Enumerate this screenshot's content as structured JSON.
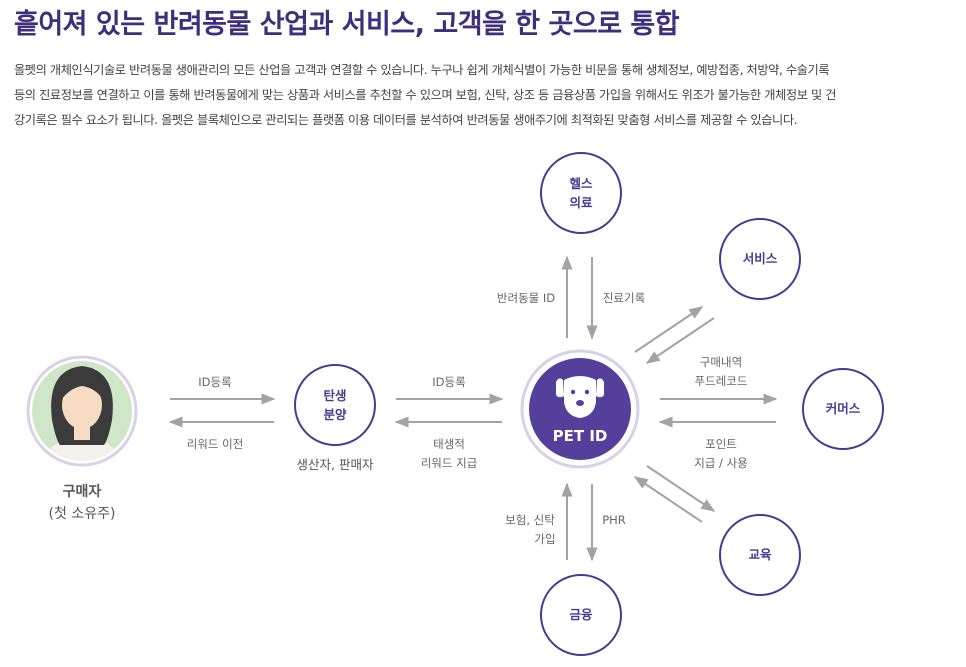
{
  "header": {
    "title": "흩어져 있는 반려동물 산업과 서비스, 고객을 한 곳으로 통합",
    "description_lines": [
      "올펫의 개체인식기술로 반려동물 생애관리의 모든 산업을 고객과 연결할 수 있습니다. 누구나 쉽게 개체식별이 가능한 비문을 통해 생체정보, 예방접종, 처방약, 수술기록",
      "등의 진료정보를 연결하고 이를 통해 반려동물에게 맞는 상품과 서비스를 추천할 수 있으며 보험, 신탁, 상조 등 금융상품 가입을 위해서도 위조가 불가능한 개체정보 및 건",
      "강기록은 필수 요소가 됩니다. 올펫은 블록체인으로 관리되는 플랫폼 이용 데이터를 분석하여 반려동물 생애주기에 최적화된 맞춤형 서비스를 제공할 수 있습니다."
    ]
  },
  "colors": {
    "title": "#3d2f7c",
    "node_border": "#4a3a8f",
    "center_fill": "#54409a",
    "arrow": "#a3a3a3",
    "buyer_bg": "#cfe6c9"
  },
  "diagram": {
    "buyer": {
      "label": "구매자",
      "sublabel": "(첫 소유주)"
    },
    "birth": {
      "label_line1": "탄생",
      "label_line2": "분양",
      "caption": "생산자, 판매자"
    },
    "center": {
      "label": "PET ID"
    },
    "health": {
      "label_line1": "헬스",
      "label_line2": "의료"
    },
    "service": {
      "label": "서비스"
    },
    "commerce": {
      "label": "커머스"
    },
    "education": {
      "label": "교육"
    },
    "finance": {
      "label": "금융"
    },
    "edges": {
      "buyer_to_birth": "ID등록",
      "birth_to_buyer": "리워드 이전",
      "birth_to_center": "ID등록",
      "center_to_birth_1": "태생적",
      "center_to_birth_2": "리워드 지급",
      "health_up": "반려동물 ID",
      "health_down": "진료기록",
      "commerce_top_1": "구매내역",
      "commerce_top_2": "푸드레코드",
      "commerce_bottom_1": "포인트",
      "commerce_bottom_2": "지급 / 사용",
      "finance_up_1": "보험, 신탁",
      "finance_up_2": "가입",
      "finance_down": "PHR"
    }
  }
}
